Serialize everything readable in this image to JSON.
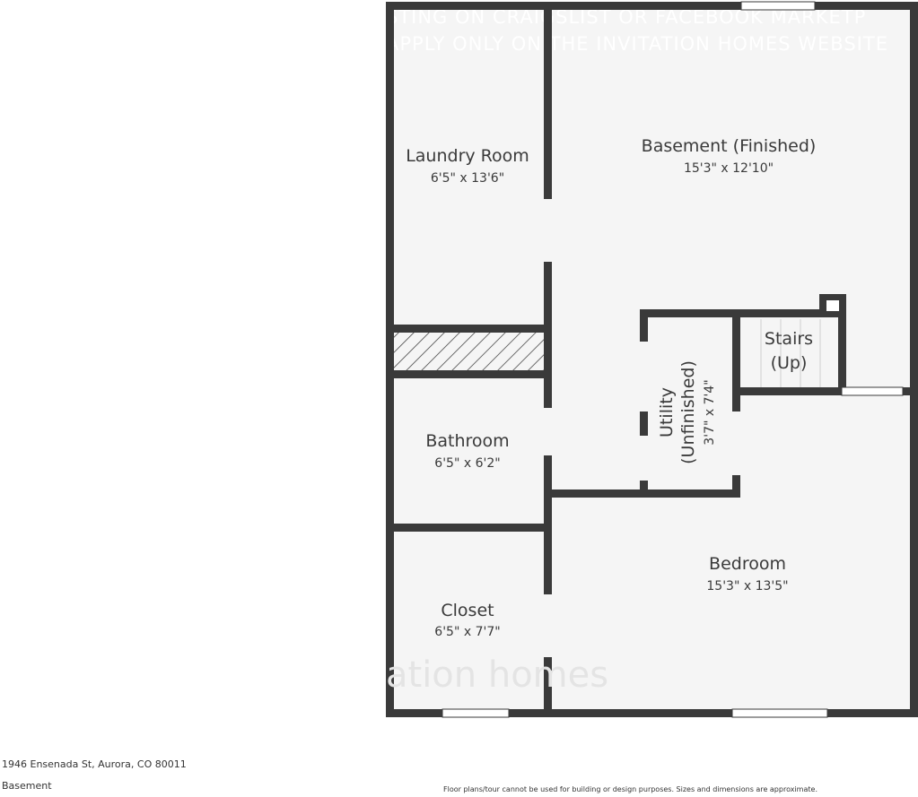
{
  "watermark": {
    "line1": "STING ON CRAIGSLIST OR FACEBOOK MARKETP",
    "line2": "APPLY ONLY ON THE INVITATION HOMES WEBSITE",
    "center": "ation homes"
  },
  "rooms": {
    "laundry": {
      "name": "Laundry Room",
      "dims": "6'5\" x 13'6\""
    },
    "basement": {
      "name": "Basement (Finished)",
      "dims": "15'3\" x 12'10\""
    },
    "stairs": {
      "line1": "Stairs",
      "line2": "(Up)"
    },
    "utility": {
      "line1": "Utility",
      "line2": "(Unfinished)",
      "dims": "3'7\" x 7'4\""
    },
    "bathroom": {
      "name": "Bathroom",
      "dims": "6'5\" x 6'2\""
    },
    "bedroom": {
      "name": "Bedroom",
      "dims": "15'3\" x 13'5\""
    },
    "closet": {
      "name": "Closet",
      "dims": "6'5\" x 7'7\""
    }
  },
  "footer": {
    "address": "1946 Ensenada St, Aurora, CO 80011",
    "level": "Basement",
    "disclaimer": "Floor plans/tour cannot be used for building or design purposes. Sizes and dimensions are approximate."
  },
  "colors": {
    "wall": "#3a3a3a",
    "floor": "#f5f5f5",
    "window": "#ffffff"
  }
}
